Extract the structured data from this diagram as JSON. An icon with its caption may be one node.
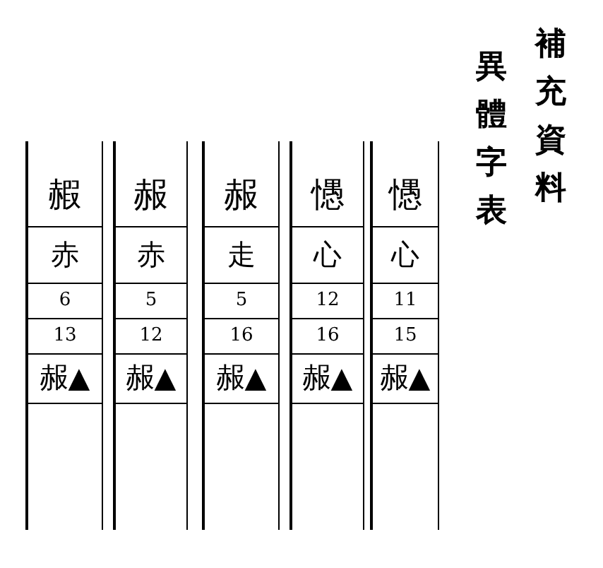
{
  "diagram": {
    "title": "補充資料",
    "labels": [
      "異體字表",
      "赮",
      "赧",
      "赧",
      "㦙",
      "㦙",
      "赤",
      "赤",
      "走",
      "心",
      "心",
      "6",
      "5",
      "5",
      "12",
      "11",
      "13",
      "12",
      "16",
      "16",
      "15",
      "赧▲",
      "赧▲",
      "赧▲",
      "赧▲",
      "赧▲"
    ]
  }
}
